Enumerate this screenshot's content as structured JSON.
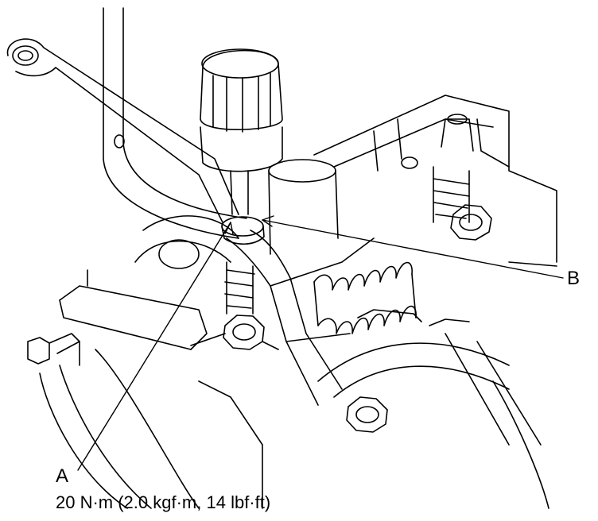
{
  "labels": {
    "a": "A",
    "b": "B",
    "torque": "20 N·m (2.0 kgf·m, 14 lbf·ft)"
  },
  "colors": {
    "line": "#000000",
    "background": "#ffffff"
  }
}
